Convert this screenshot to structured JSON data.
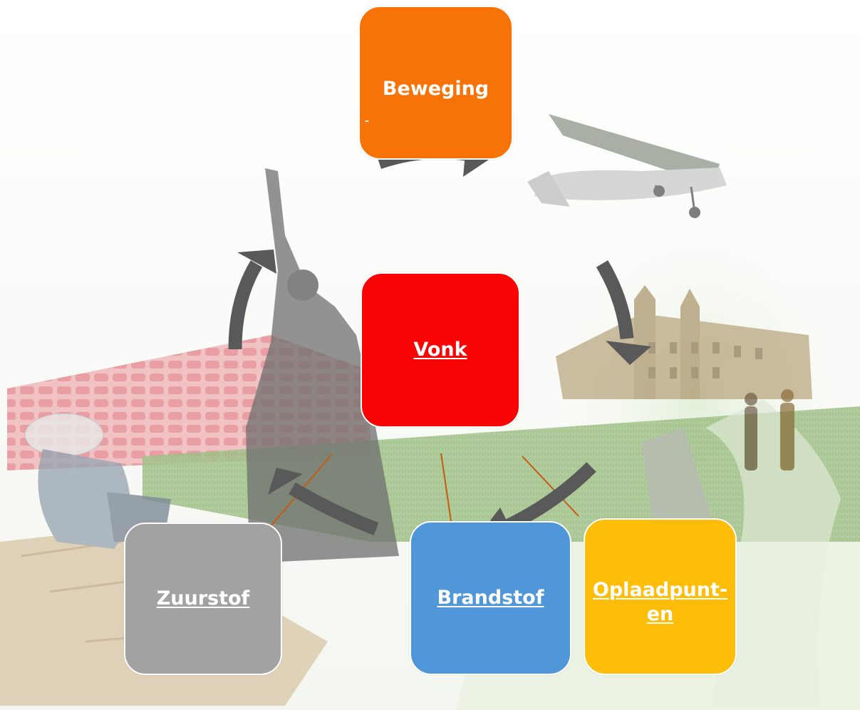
{
  "nodes": {
    "beweging": {
      "label": "Beweging",
      "note": "-",
      "color": "#f77307"
    },
    "vonk": {
      "label": "Vonk",
      "color": "#f90404"
    },
    "zuurstof": {
      "label": "Zuurstof",
      "color": "#a2a2a2"
    },
    "brandstof": {
      "label": "Brandstof",
      "color": "#4f97d8"
    },
    "oplaadpunten": {
      "label_line1": "Oplaadpunt-",
      "label_line2": "en",
      "color": "#fdbd08"
    }
  },
  "arrow_color": "#595959",
  "connector_color": "#c55a11",
  "background_scenes": [
    "theatre-seats",
    "archaeology-dig",
    "dancer",
    "airplane",
    "historic-building",
    "field-with-walkers"
  ]
}
